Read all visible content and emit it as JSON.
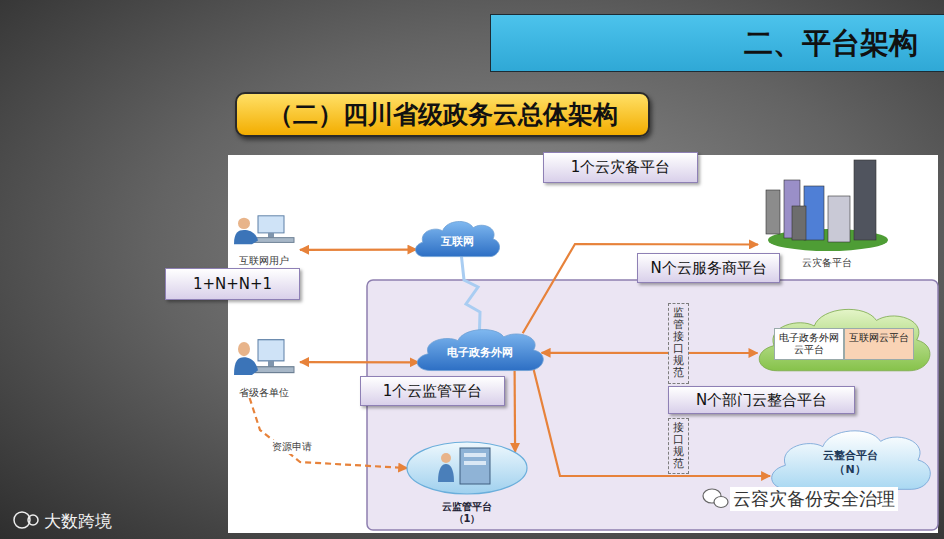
{
  "diagram": {
    "title": "二、平台架构",
    "nodes": [
      {
        "text": [
          "（二）四川省级政务云总体架构"
        ]
      },
      {
        "text": [
          "1个云灾备平台"
        ]
      },
      {
        "text": [
          "互联网用户"
        ]
      },
      {
        "text": [
          "互联网"
        ]
      },
      {
        "text": [
          "云灾备平台"
        ]
      },
      {
        "text": [
          "1+N+N+1"
        ]
      },
      {
        "text": [
          "N个云服务商平台"
        ]
      },
      {
        "text": [
          "电子政务外网"
        ]
      },
      {
        "text": [
          "电子政务外网云平台",
          "互联网云平台"
        ]
      },
      {
        "text": [
          "省级各单位"
        ]
      },
      {
        "text": [
          "1个云监管平台"
        ]
      },
      {
        "text": [
          "N个部门云整合平台"
        ]
      },
      {
        "text": [
          "云整合平台",
          "（N）"
        ]
      },
      {
        "text": [
          "云监管平台",
          "（1）"
        ]
      }
    ],
    "edges": [
      {
        "from": 2,
        "to": 3,
        "arrow": "both"
      },
      {
        "from": 9,
        "to": 7,
        "arrow": "both"
      },
      {
        "from": 3,
        "to": 7,
        "arrow": "none"
      },
      {
        "from": 7,
        "to": 4,
        "arrow": "to"
      },
      {
        "from": 7,
        "to": 8,
        "arrow": "both"
      },
      {
        "from": 7,
        "to": 12,
        "arrow": "to"
      },
      {
        "from": 7,
        "to": 13,
        "arrow": "to"
      },
      {
        "from": 9,
        "to": 13,
        "label": "资源申请",
        "arrow": "to"
      }
    ],
    "labels": [
      "监管接口规范",
      "接口规范",
      "大数跨境",
      "云容灾备份安全治理"
    ]
  }
}
